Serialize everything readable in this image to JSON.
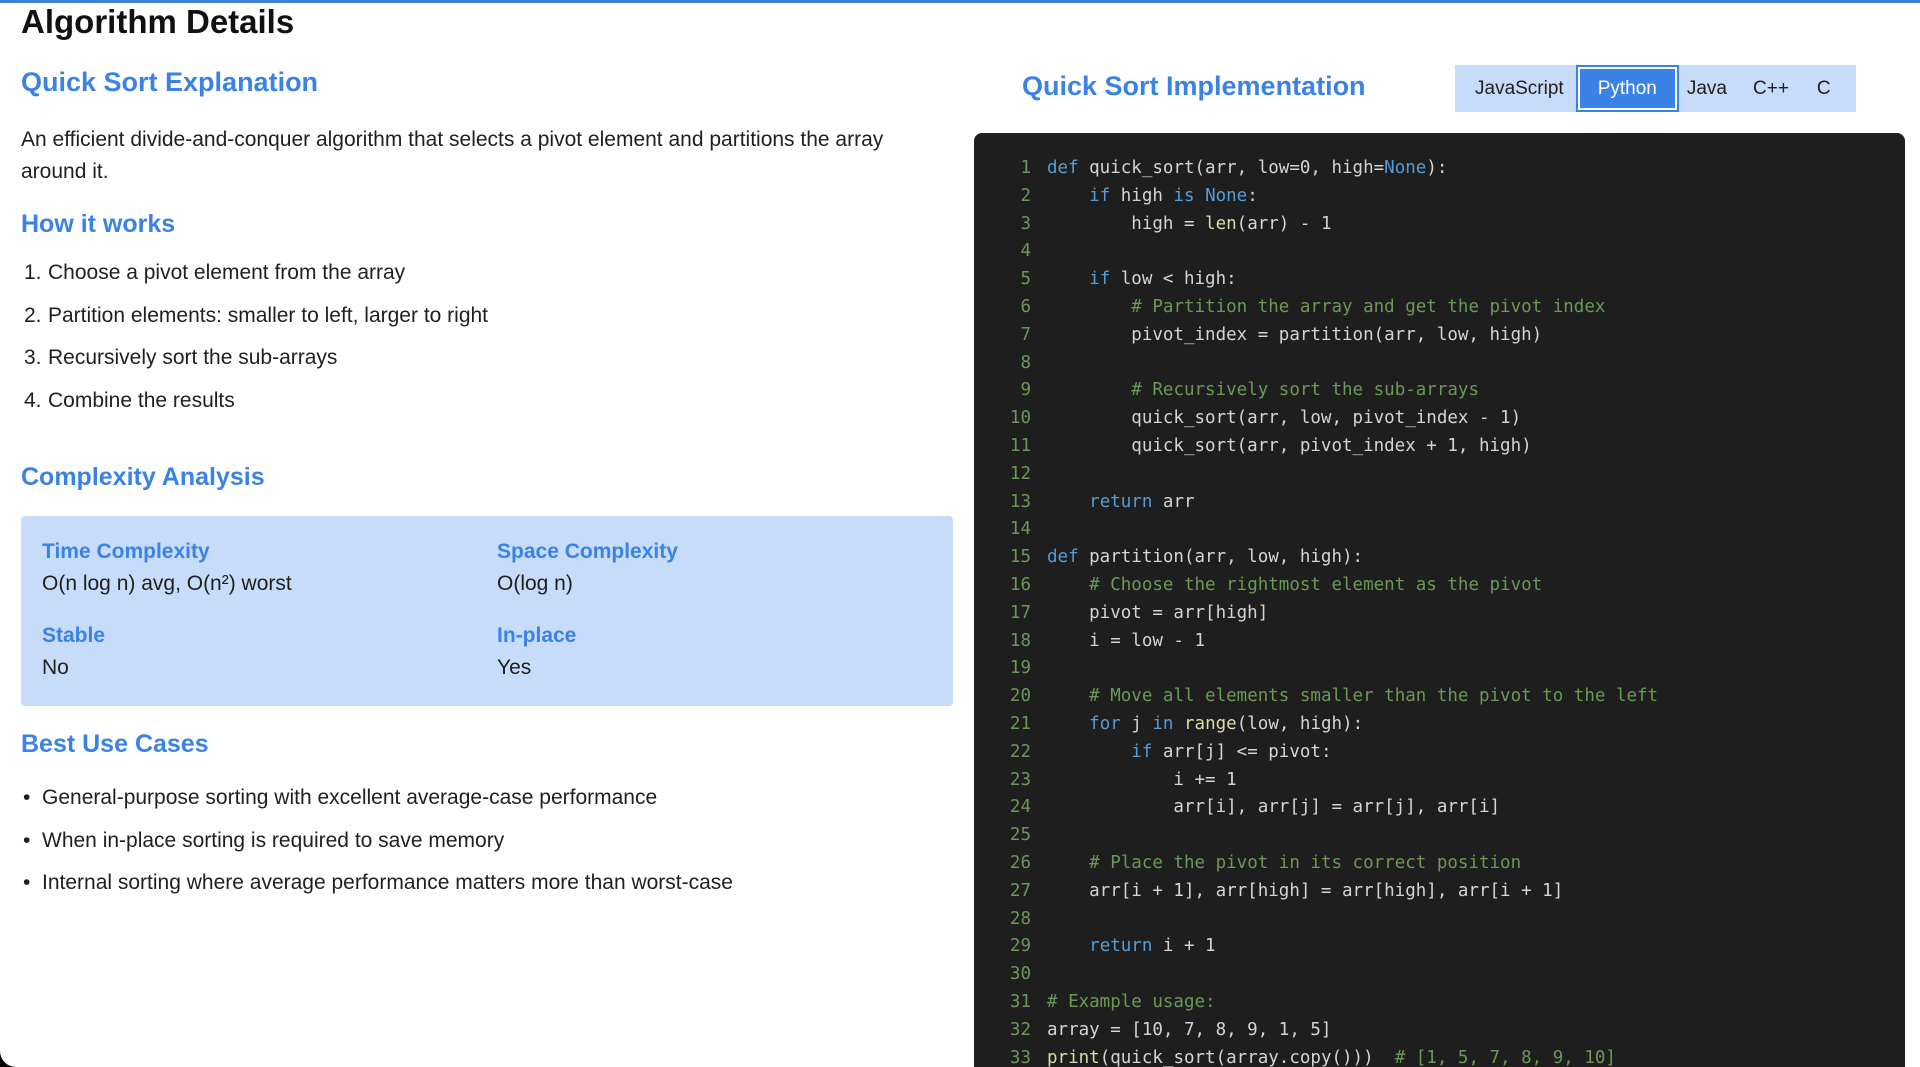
{
  "page": {
    "title": "Algorithm Details"
  },
  "explanation": {
    "heading": "Quick Sort Explanation",
    "description": "An efficient divide-and-conquer algorithm that selects a pivot element and partitions the array around it.",
    "how_heading": "How it works",
    "steps": [
      {
        "num": "1.",
        "text": "Choose a pivot element from the array"
      },
      {
        "num": "2.",
        "text": "Partition elements: smaller to left, larger to right"
      },
      {
        "num": "3.",
        "text": "Recursively sort the sub-arrays"
      },
      {
        "num": "4.",
        "text": "Combine the results"
      }
    ]
  },
  "complexity": {
    "heading": "Complexity Analysis",
    "time_label": "Time Complexity",
    "time_value": "O(n log n) avg, O(n²) worst",
    "space_label": "Space Complexity",
    "space_value": "O(log n)",
    "stable_label": "Stable",
    "stable_value": "No",
    "inplace_label": "In-place",
    "inplace_value": "Yes"
  },
  "best_uses": {
    "heading": "Best Use Cases",
    "items": [
      "General-purpose sorting with excellent average-case performance",
      "When in-place sorting is required to save memory",
      "Internal sorting where average performance matters more than worst-case"
    ]
  },
  "implementation": {
    "heading": "Quick Sort Implementation",
    "languages": [
      "JavaScript",
      "Python",
      "Java",
      "C++",
      "C"
    ],
    "selected_language": "Python",
    "code_lines": [
      "def quick_sort(arr, low=0, high=None):",
      "    if high is None:",
      "        high = len(arr) - 1",
      "",
      "    if low < high:",
      "        # Partition the array and get the pivot index",
      "        pivot_index = partition(arr, low, high)",
      "",
      "        # Recursively sort the sub-arrays",
      "        quick_sort(arr, low, pivot_index - 1)",
      "        quick_sort(arr, pivot_index + 1, high)",
      "",
      "    return arr",
      "",
      "def partition(arr, low, high):",
      "    # Choose the rightmost element as the pivot",
      "    pivot = arr[high]",
      "    i = low - 1",
      "",
      "    # Move all elements smaller than the pivot to the left",
      "    for j in range(low, high):",
      "        if arr[j] <= pivot:",
      "            i += 1",
      "            arr[i], arr[j] = arr[j], arr[i]",
      "",
      "    # Place the pivot in its correct position",
      "    arr[i + 1], arr[high] = arr[high], arr[i + 1]",
      "",
      "    return i + 1",
      "",
      "# Example usage:",
      "array = [10, 7, 8, 9, 1, 5]",
      "print(quick_sort(array.copy()))  # [1, 5, 7, 8, 9, 10]"
    ]
  },
  "colors": {
    "accent": "#3b82e6",
    "panel_bg": "#c6dcf8",
    "code_bg": "#1e1e1e",
    "code_keyword": "#569cd6",
    "code_comment": "#6a9955"
  }
}
